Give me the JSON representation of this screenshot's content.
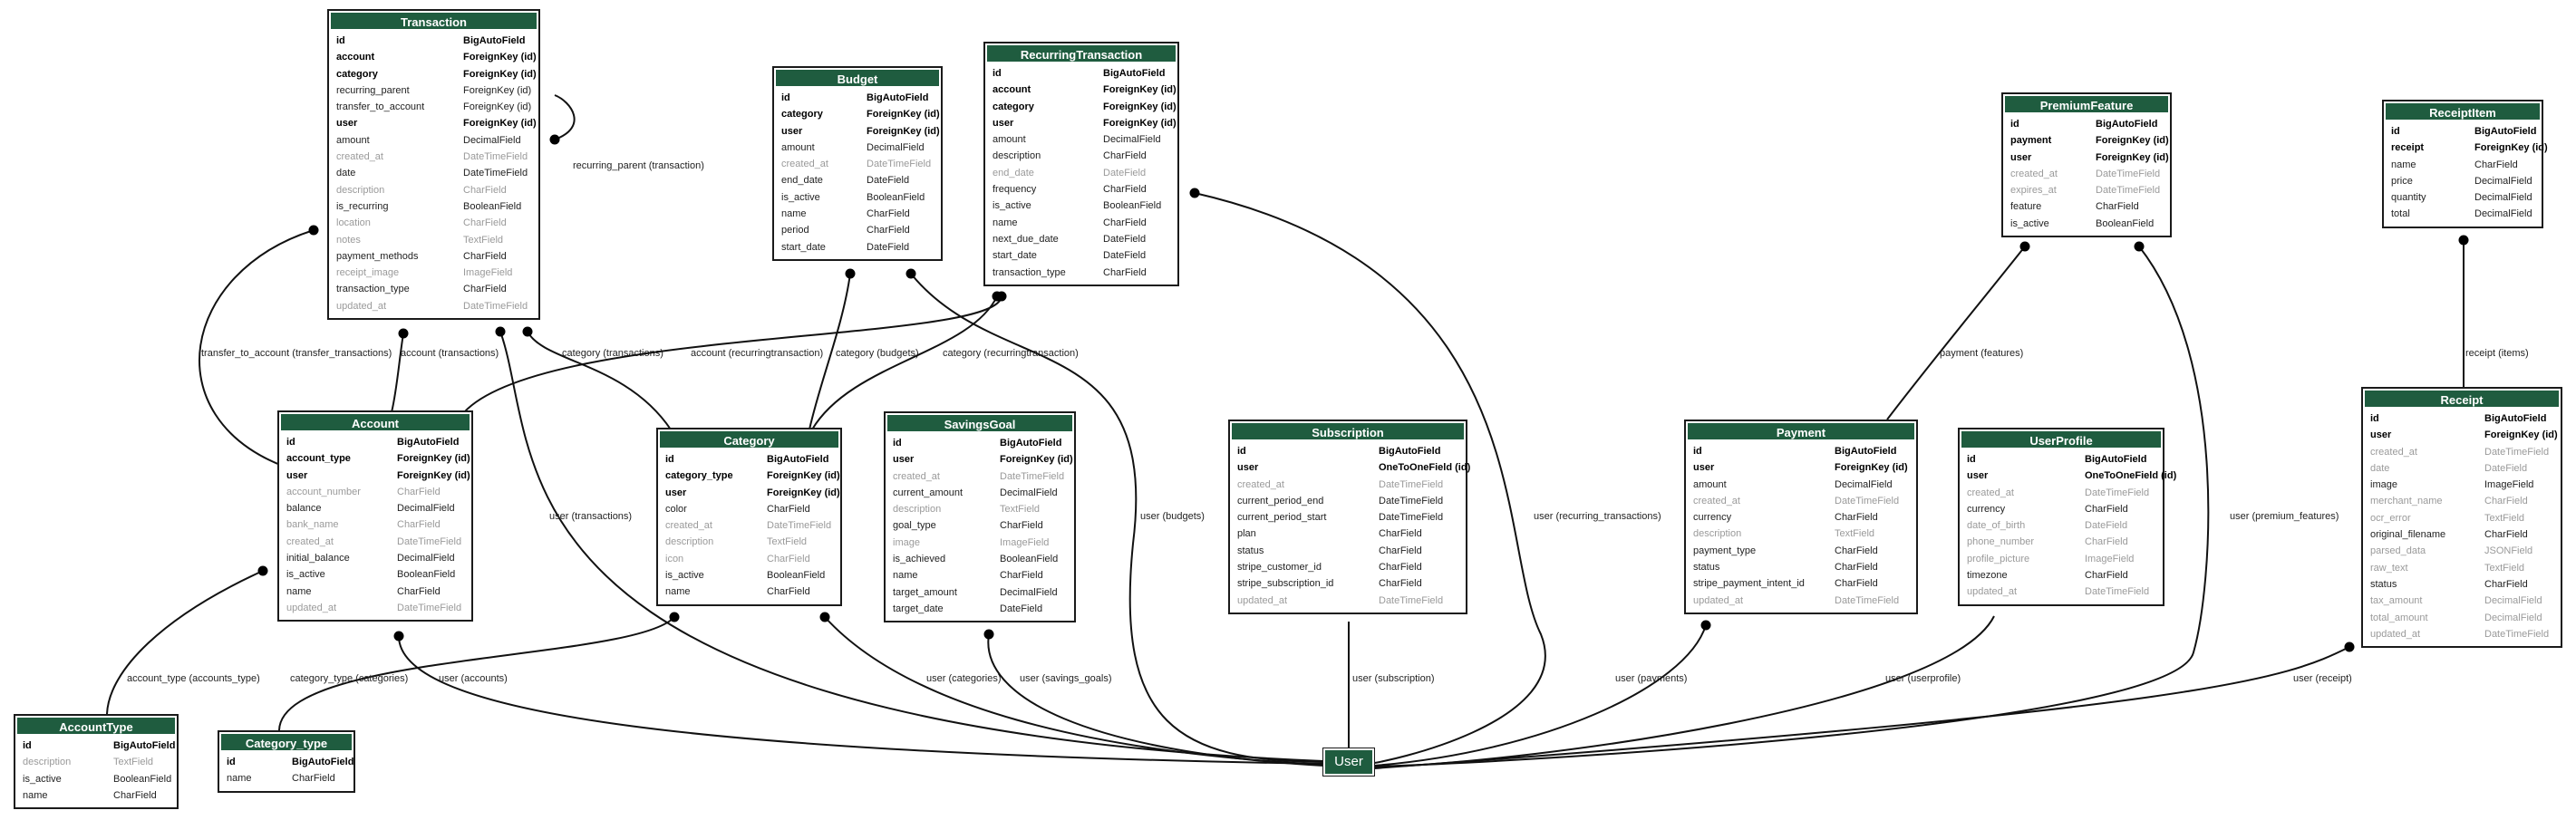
{
  "user_node": {
    "label": "User"
  },
  "tables": [
    {
      "key": "transaction",
      "name": "Transaction",
      "fields": [
        {
          "name": "id",
          "type": "BigAutoField",
          "style": "key"
        },
        {
          "name": "account",
          "type": "ForeignKey (id)",
          "style": "key"
        },
        {
          "name": "category",
          "type": "ForeignKey (id)",
          "style": "key"
        },
        {
          "name": "recurring_parent",
          "type": "ForeignKey (id)",
          "style": "norm"
        },
        {
          "name": "transfer_to_account",
          "type": "ForeignKey (id)",
          "style": "norm"
        },
        {
          "name": "user",
          "type": "ForeignKey (id)",
          "style": "key"
        },
        {
          "name": "amount",
          "type": "DecimalField",
          "style": "norm"
        },
        {
          "name": "created_at",
          "type": "DateTimeField",
          "style": "opt"
        },
        {
          "name": "date",
          "type": "DateTimeField",
          "style": "norm"
        },
        {
          "name": "description",
          "type": "CharField",
          "style": "opt"
        },
        {
          "name": "is_recurring",
          "type": "BooleanField",
          "style": "norm"
        },
        {
          "name": "location",
          "type": "CharField",
          "style": "opt"
        },
        {
          "name": "notes",
          "type": "TextField",
          "style": "opt"
        },
        {
          "name": "payment_methods",
          "type": "CharField",
          "style": "norm"
        },
        {
          "name": "receipt_image",
          "type": "ImageField",
          "style": "opt"
        },
        {
          "name": "transaction_type",
          "type": "CharField",
          "style": "norm"
        },
        {
          "name": "updated_at",
          "type": "DateTimeField",
          "style": "opt"
        }
      ]
    },
    {
      "key": "budget",
      "name": "Budget",
      "fields": [
        {
          "name": "id",
          "type": "BigAutoField",
          "style": "key"
        },
        {
          "name": "category",
          "type": "ForeignKey (id)",
          "style": "key"
        },
        {
          "name": "user",
          "type": "ForeignKey (id)",
          "style": "key"
        },
        {
          "name": "amount",
          "type": "DecimalField",
          "style": "norm"
        },
        {
          "name": "created_at",
          "type": "DateTimeField",
          "style": "opt"
        },
        {
          "name": "end_date",
          "type": "DateField",
          "style": "norm"
        },
        {
          "name": "is_active",
          "type": "BooleanField",
          "style": "norm"
        },
        {
          "name": "name",
          "type": "CharField",
          "style": "norm"
        },
        {
          "name": "period",
          "type": "CharField",
          "style": "norm"
        },
        {
          "name": "start_date",
          "type": "DateField",
          "style": "norm"
        }
      ]
    },
    {
      "key": "recurring",
      "name": "RecurringTransaction",
      "fields": [
        {
          "name": "id",
          "type": "BigAutoField",
          "style": "key"
        },
        {
          "name": "account",
          "type": "ForeignKey (id)",
          "style": "key"
        },
        {
          "name": "category",
          "type": "ForeignKey (id)",
          "style": "key"
        },
        {
          "name": "user",
          "type": "ForeignKey (id)",
          "style": "key"
        },
        {
          "name": "amount",
          "type": "DecimalField",
          "style": "norm"
        },
        {
          "name": "description",
          "type": "CharField",
          "style": "norm"
        },
        {
          "name": "end_date",
          "type": "DateField",
          "style": "opt"
        },
        {
          "name": "frequency",
          "type": "CharField",
          "style": "norm"
        },
        {
          "name": "is_active",
          "type": "BooleanField",
          "style": "norm"
        },
        {
          "name": "name",
          "type": "CharField",
          "style": "norm"
        },
        {
          "name": "next_due_date",
          "type": "DateField",
          "style": "norm"
        },
        {
          "name": "start_date",
          "type": "DateField",
          "style": "norm"
        },
        {
          "name": "transaction_type",
          "type": "CharField",
          "style": "norm"
        }
      ]
    },
    {
      "key": "premium",
      "name": "PremiumFeature",
      "fields": [
        {
          "name": "id",
          "type": "BigAutoField",
          "style": "key"
        },
        {
          "name": "payment",
          "type": "ForeignKey (id)",
          "style": "key"
        },
        {
          "name": "user",
          "type": "ForeignKey (id)",
          "style": "key"
        },
        {
          "name": "created_at",
          "type": "DateTimeField",
          "style": "opt"
        },
        {
          "name": "expires_at",
          "type": "DateTimeField",
          "style": "opt"
        },
        {
          "name": "feature",
          "type": "CharField",
          "style": "norm"
        },
        {
          "name": "is_active",
          "type": "BooleanField",
          "style": "norm"
        }
      ]
    },
    {
      "key": "receiptitem",
      "name": "ReceiptItem",
      "fields": [
        {
          "name": "id",
          "type": "BigAutoField",
          "style": "key"
        },
        {
          "name": "receipt",
          "type": "ForeignKey (id)",
          "style": "key"
        },
        {
          "name": "name",
          "type": "CharField",
          "style": "norm"
        },
        {
          "name": "price",
          "type": "DecimalField",
          "style": "norm"
        },
        {
          "name": "quantity",
          "type": "DecimalField",
          "style": "norm"
        },
        {
          "name": "total",
          "type": "DecimalField",
          "style": "norm"
        }
      ]
    },
    {
      "key": "account",
      "name": "Account",
      "fields": [
        {
          "name": "id",
          "type": "BigAutoField",
          "style": "key"
        },
        {
          "name": "account_type",
          "type": "ForeignKey (id)",
          "style": "key"
        },
        {
          "name": "user",
          "type": "ForeignKey (id)",
          "style": "key"
        },
        {
          "name": "account_number",
          "type": "CharField",
          "style": "opt"
        },
        {
          "name": "balance",
          "type": "DecimalField",
          "style": "norm"
        },
        {
          "name": "bank_name",
          "type": "CharField",
          "style": "opt"
        },
        {
          "name": "created_at",
          "type": "DateTimeField",
          "style": "opt"
        },
        {
          "name": "initial_balance",
          "type": "DecimalField",
          "style": "norm"
        },
        {
          "name": "is_active",
          "type": "BooleanField",
          "style": "norm"
        },
        {
          "name": "name",
          "type": "CharField",
          "style": "norm"
        },
        {
          "name": "updated_at",
          "type": "DateTimeField",
          "style": "opt"
        }
      ]
    },
    {
      "key": "category",
      "name": "Category",
      "fields": [
        {
          "name": "id",
          "type": "BigAutoField",
          "style": "key"
        },
        {
          "name": "category_type",
          "type": "ForeignKey (id)",
          "style": "key"
        },
        {
          "name": "user",
          "type": "ForeignKey (id)",
          "style": "key"
        },
        {
          "name": "color",
          "type": "CharField",
          "style": "norm"
        },
        {
          "name": "created_at",
          "type": "DateTimeField",
          "style": "opt"
        },
        {
          "name": "description",
          "type": "TextField",
          "style": "opt"
        },
        {
          "name": "icon",
          "type": "CharField",
          "style": "opt"
        },
        {
          "name": "is_active",
          "type": "BooleanField",
          "style": "norm"
        },
        {
          "name": "name",
          "type": "CharField",
          "style": "norm"
        }
      ]
    },
    {
      "key": "savings",
      "name": "SavingsGoal",
      "fields": [
        {
          "name": "id",
          "type": "BigAutoField",
          "style": "key"
        },
        {
          "name": "user",
          "type": "ForeignKey (id)",
          "style": "key"
        },
        {
          "name": "created_at",
          "type": "DateTimeField",
          "style": "opt"
        },
        {
          "name": "current_amount",
          "type": "DecimalField",
          "style": "norm"
        },
        {
          "name": "description",
          "type": "TextField",
          "style": "opt"
        },
        {
          "name": "goal_type",
          "type": "CharField",
          "style": "norm"
        },
        {
          "name": "image",
          "type": "ImageField",
          "style": "opt"
        },
        {
          "name": "is_achieved",
          "type": "BooleanField",
          "style": "norm"
        },
        {
          "name": "name",
          "type": "CharField",
          "style": "norm"
        },
        {
          "name": "target_amount",
          "type": "DecimalField",
          "style": "norm"
        },
        {
          "name": "target_date",
          "type": "DateField",
          "style": "norm"
        }
      ]
    },
    {
      "key": "subscription",
      "name": "Subscription",
      "fields": [
        {
          "name": "id",
          "type": "BigAutoField",
          "style": "key"
        },
        {
          "name": "user",
          "type": "OneToOneField (id)",
          "style": "key"
        },
        {
          "name": "created_at",
          "type": "DateTimeField",
          "style": "opt"
        },
        {
          "name": "current_period_end",
          "type": "DateTimeField",
          "style": "norm"
        },
        {
          "name": "current_period_start",
          "type": "DateTimeField",
          "style": "norm"
        },
        {
          "name": "plan",
          "type": "CharField",
          "style": "norm"
        },
        {
          "name": "status",
          "type": "CharField",
          "style": "norm"
        },
        {
          "name": "stripe_customer_id",
          "type": "CharField",
          "style": "norm"
        },
        {
          "name": "stripe_subscription_id",
          "type": "CharField",
          "style": "norm"
        },
        {
          "name": "updated_at",
          "type": "DateTimeField",
          "style": "opt"
        }
      ]
    },
    {
      "key": "payment",
      "name": "Payment",
      "fields": [
        {
          "name": "id",
          "type": "BigAutoField",
          "style": "key"
        },
        {
          "name": "user",
          "type": "ForeignKey (id)",
          "style": "key"
        },
        {
          "name": "amount",
          "type": "DecimalField",
          "style": "norm"
        },
        {
          "name": "created_at",
          "type": "DateTimeField",
          "style": "opt"
        },
        {
          "name": "currency",
          "type": "CharField",
          "style": "norm"
        },
        {
          "name": "description",
          "type": "TextField",
          "style": "opt"
        },
        {
          "name": "payment_type",
          "type": "CharField",
          "style": "norm"
        },
        {
          "name": "status",
          "type": "CharField",
          "style": "norm"
        },
        {
          "name": "stripe_payment_intent_id",
          "type": "CharField",
          "style": "norm"
        },
        {
          "name": "updated_at",
          "type": "DateTimeField",
          "style": "opt"
        }
      ]
    },
    {
      "key": "userprofile",
      "name": "UserProfile",
      "fields": [
        {
          "name": "id",
          "type": "BigAutoField",
          "style": "key"
        },
        {
          "name": "user",
          "type": "OneToOneField (id)",
          "style": "key"
        },
        {
          "name": "created_at",
          "type": "DateTimeField",
          "style": "opt"
        },
        {
          "name": "currency",
          "type": "CharField",
          "style": "norm"
        },
        {
          "name": "date_of_birth",
          "type": "DateField",
          "style": "opt"
        },
        {
          "name": "phone_number",
          "type": "CharField",
          "style": "opt"
        },
        {
          "name": "profile_picture",
          "type": "ImageField",
          "style": "opt"
        },
        {
          "name": "timezone",
          "type": "CharField",
          "style": "norm"
        },
        {
          "name": "updated_at",
          "type": "DateTimeField",
          "style": "opt"
        }
      ]
    },
    {
      "key": "receipt",
      "name": "Receipt",
      "fields": [
        {
          "name": "id",
          "type": "BigAutoField",
          "style": "key"
        },
        {
          "name": "user",
          "type": "ForeignKey (id)",
          "style": "key"
        },
        {
          "name": "created_at",
          "type": "DateTimeField",
          "style": "opt"
        },
        {
          "name": "date",
          "type": "DateField",
          "style": "opt"
        },
        {
          "name": "image",
          "type": "ImageField",
          "style": "norm"
        },
        {
          "name": "merchant_name",
          "type": "CharField",
          "style": "opt"
        },
        {
          "name": "ocr_error",
          "type": "TextField",
          "style": "opt"
        },
        {
          "name": "original_filename",
          "type": "CharField",
          "style": "norm"
        },
        {
          "name": "parsed_data",
          "type": "JSONField",
          "style": "opt"
        },
        {
          "name": "raw_text",
          "type": "TextField",
          "style": "opt"
        },
        {
          "name": "status",
          "type": "CharField",
          "style": "norm"
        },
        {
          "name": "tax_amount",
          "type": "DecimalField",
          "style": "opt"
        },
        {
          "name": "total_amount",
          "type": "DecimalField",
          "style": "opt"
        },
        {
          "name": "updated_at",
          "type": "DateTimeField",
          "style": "opt"
        }
      ]
    },
    {
      "key": "accounttype",
      "name": "AccountType",
      "fields": [
        {
          "name": "id",
          "type": "BigAutoField",
          "style": "key"
        },
        {
          "name": "description",
          "type": "TextField",
          "style": "opt"
        },
        {
          "name": "is_active",
          "type": "BooleanField",
          "style": "norm"
        },
        {
          "name": "name",
          "type": "CharField",
          "style": "norm"
        }
      ]
    },
    {
      "key": "categorytype",
      "name": "Category_type",
      "fields": [
        {
          "name": "id",
          "type": "BigAutoField",
          "style": "key"
        },
        {
          "name": "name",
          "type": "CharField",
          "style": "norm"
        }
      ]
    }
  ],
  "relations": [
    {
      "id": "r1",
      "label": "recurring_parent (transaction)"
    },
    {
      "id": "r2",
      "label": "transfer_to_account (transfer_transactions)"
    },
    {
      "id": "r3",
      "label": "account (transactions)"
    },
    {
      "id": "r4",
      "label": "category (transactions)"
    },
    {
      "id": "r5",
      "label": "user (transactions)"
    },
    {
      "id": "r6",
      "label": "account (recurringtransaction)"
    },
    {
      "id": "r7",
      "label": "category (budgets)"
    },
    {
      "id": "r8",
      "label": "category (recurringtransaction)"
    },
    {
      "id": "r9",
      "label": "user (budgets)"
    },
    {
      "id": "r10",
      "label": "user (recurring_transactions)"
    },
    {
      "id": "r11",
      "label": "account_type (accounts_type)"
    },
    {
      "id": "r12",
      "label": "user (accounts)"
    },
    {
      "id": "r13",
      "label": "category_type (categories)"
    },
    {
      "id": "r14",
      "label": "user (categories)"
    },
    {
      "id": "r15",
      "label": "user (savings_goals)"
    },
    {
      "id": "r16",
      "label": "user (subscription)"
    },
    {
      "id": "r17",
      "label": "user (payments)"
    },
    {
      "id": "r18",
      "label": "payment (features)"
    },
    {
      "id": "r19",
      "label": "user (premium_features)"
    },
    {
      "id": "r20",
      "label": "user (userprofile)"
    },
    {
      "id": "r21",
      "label": "user (receipt)"
    },
    {
      "id": "r22",
      "label": "receipt (items)"
    }
  ]
}
